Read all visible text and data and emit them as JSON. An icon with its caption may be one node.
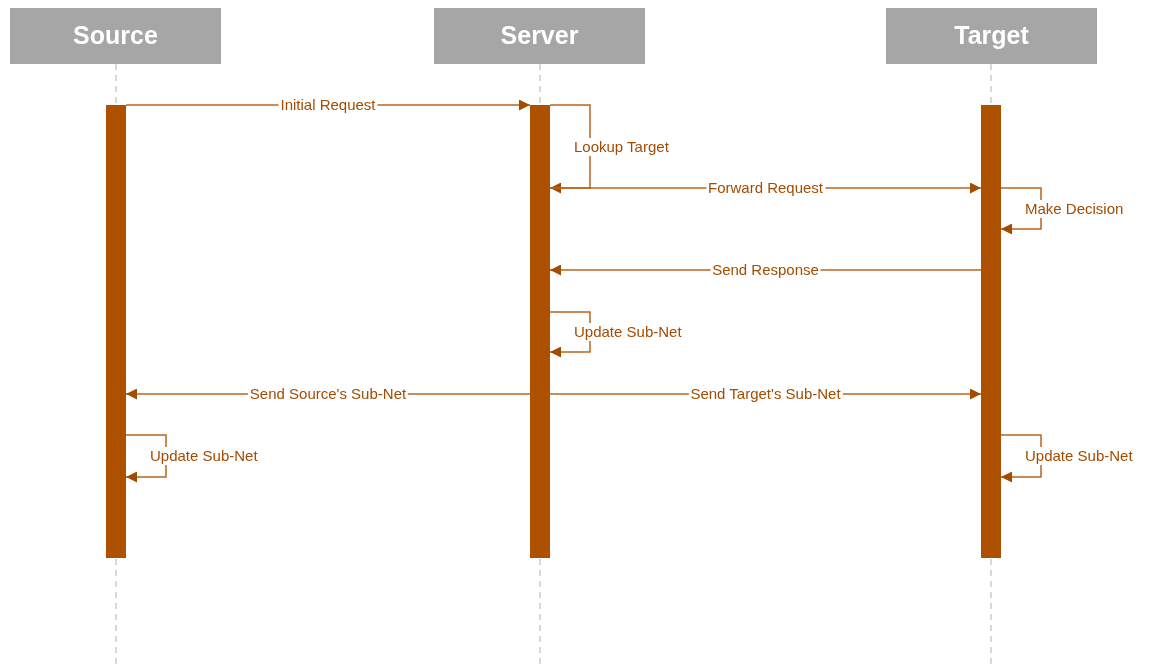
{
  "diagram": {
    "nodes": [
      {
        "text": [
          "Source"
        ]
      },
      {
        "text": [
          "Server"
        ]
      },
      {
        "text": [
          "Target"
        ]
      },
      {
        "text": [],
        "shape": "bar"
      },
      {
        "text": [],
        "shape": "bar"
      },
      {
        "text": [],
        "shape": "bar"
      }
    ],
    "edges": [
      {
        "from": 3,
        "to": 4,
        "arrow": "to",
        "label": "Initial Request"
      },
      {
        "from": 4,
        "to": 4,
        "arrow": "to",
        "label": "Lookup Target"
      },
      {
        "from": 4,
        "to": 5,
        "arrow": "to",
        "label": "Forward Request"
      },
      {
        "from": 5,
        "to": 5,
        "arrow": "to",
        "label": "Make Decision"
      },
      {
        "from": 5,
        "to": 4,
        "arrow": "to",
        "label": "Send Response"
      },
      {
        "from": 4,
        "to": 4,
        "arrow": "to",
        "label": "Update Sub-Net"
      },
      {
        "from": 4,
        "to": 3,
        "arrow": "to",
        "label": "Send Source's Sub-Net"
      },
      {
        "from": 4,
        "to": 5,
        "arrow": "to",
        "label": "Send Target's Sub-Net"
      },
      {
        "from": 3,
        "to": 3,
        "arrow": "to",
        "label": "Update Sub-Net"
      },
      {
        "from": 5,
        "to": 5,
        "arrow": "to",
        "label": "Update Sub-Net"
      }
    ]
  }
}
